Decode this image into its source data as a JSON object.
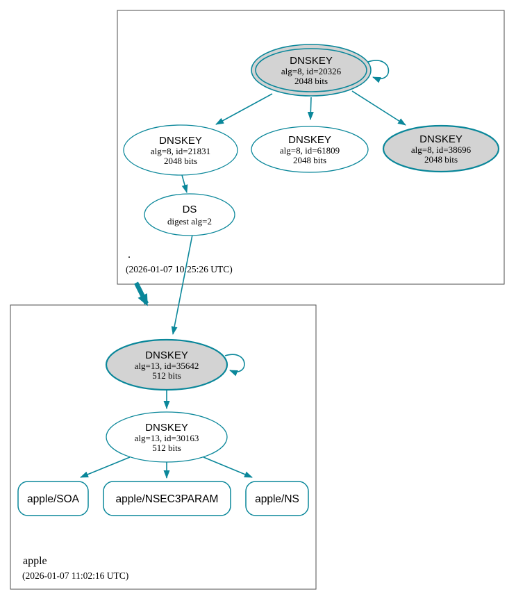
{
  "diagram": {
    "kind": "dnssec-authentication-chain",
    "colors": {
      "secure_edge": "#0a879a",
      "ksk_fill": "#d3d3d3",
      "node_fill": "#ffffff",
      "cluster_border": "#4d4d4d",
      "text": "#000000"
    },
    "root_zone": {
      "label": ".",
      "timestamp": "(2026-01-07 10:25:26 UTC)",
      "nodes": {
        "ksk_20326": {
          "title": "DNSKEY",
          "detail": "alg=8, id=20326",
          "bits": "2048 bits"
        },
        "zsk_21831": {
          "title": "DNSKEY",
          "detail": "alg=8, id=21831",
          "bits": "2048 bits"
        },
        "zsk_61809": {
          "title": "DNSKEY",
          "detail": "alg=8, id=61809",
          "bits": "2048 bits"
        },
        "ksk_38696": {
          "title": "DNSKEY",
          "detail": "alg=8, id=38696",
          "bits": "2048 bits"
        },
        "ds": {
          "title": "DS",
          "detail": "digest alg=2"
        }
      }
    },
    "apple_zone": {
      "label": "apple",
      "timestamp": "(2026-01-07 11:02:16 UTC)",
      "nodes": {
        "ksk_35642": {
          "title": "DNSKEY",
          "detail": "alg=13, id=35642",
          "bits": "512 bits"
        },
        "zsk_30163": {
          "title": "DNSKEY",
          "detail": "alg=13, id=30163",
          "bits": "512 bits"
        },
        "rrset_soa": {
          "label": "apple/SOA"
        },
        "rrset_nsec3param": {
          "label": "apple/NSEC3PARAM"
        },
        "rrset_ns": {
          "label": "apple/NS"
        }
      }
    }
  }
}
